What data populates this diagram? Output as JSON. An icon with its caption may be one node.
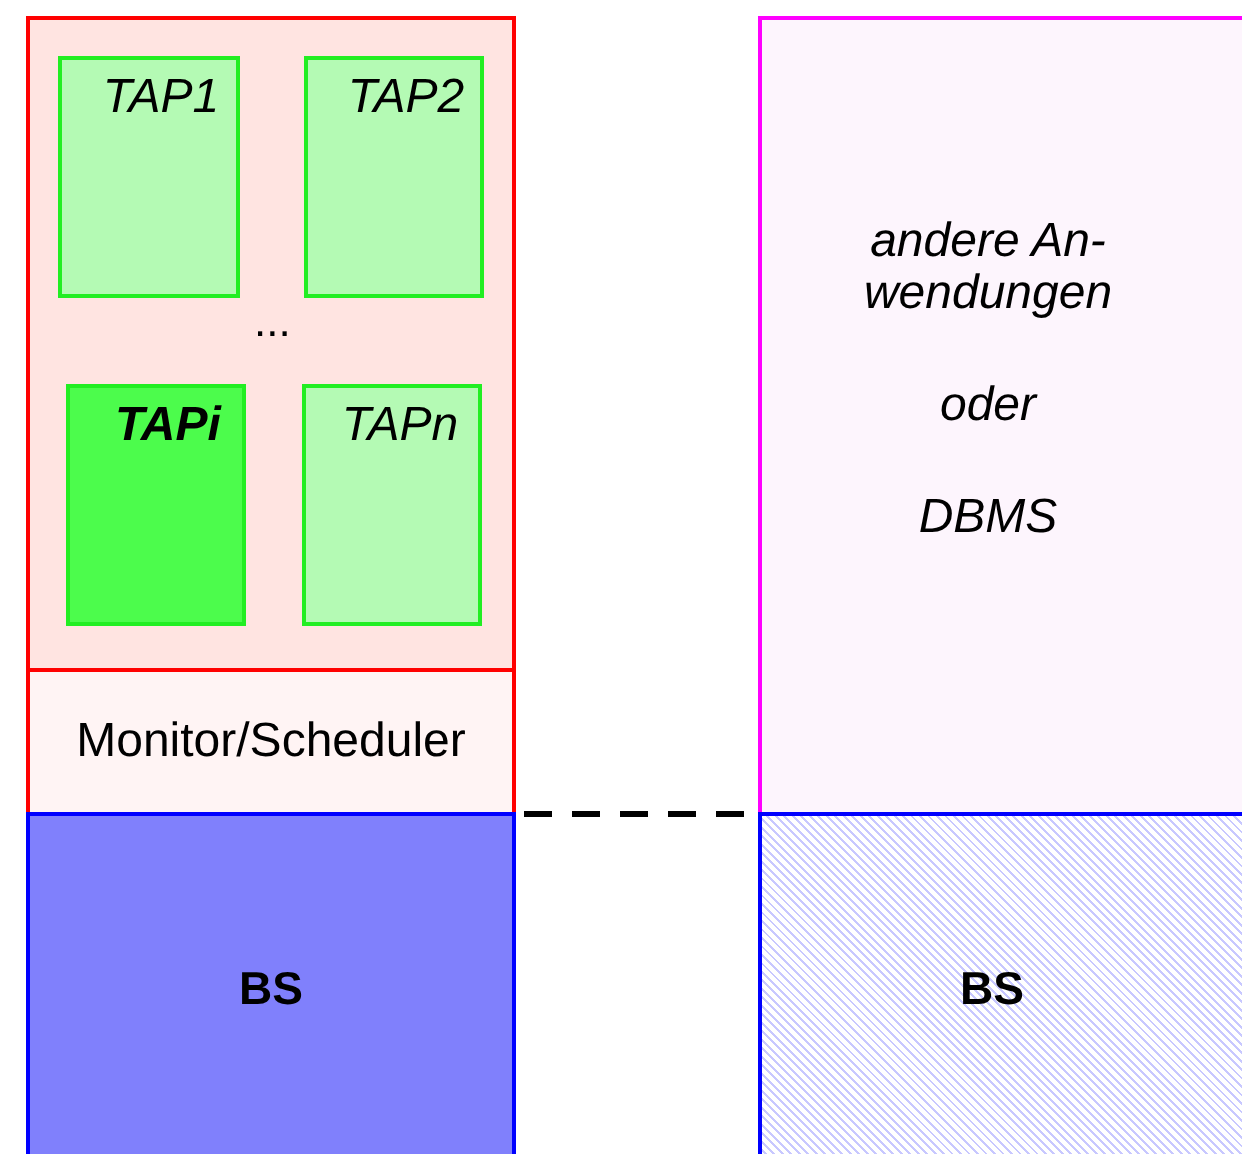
{
  "diagram": {
    "nodes": [
      {
        "text": [],
        "shape": "box"
      },
      {
        "text": [
          "TAP1"
        ],
        "in": 0
      },
      {
        "text": [
          "TAP2"
        ],
        "in": 0
      },
      {
        "text": [
          "TAPi"
        ],
        "in": 0
      },
      {
        "text": [
          "TAPn"
        ],
        "in": 0
      },
      {
        "text": [
          "Monitor/Scheduler"
        ]
      },
      {
        "text": [
          "BS"
        ]
      },
      {
        "text": [
          "andere An- wendungen",
          "oder",
          "DBMS"
        ]
      },
      {
        "text": [
          "BS"
        ]
      }
    ],
    "edges": [
      {
        "from": 6,
        "to": 8,
        "arrow": "none",
        "style": "dashed"
      }
    ],
    "labels": [
      "..."
    ]
  }
}
